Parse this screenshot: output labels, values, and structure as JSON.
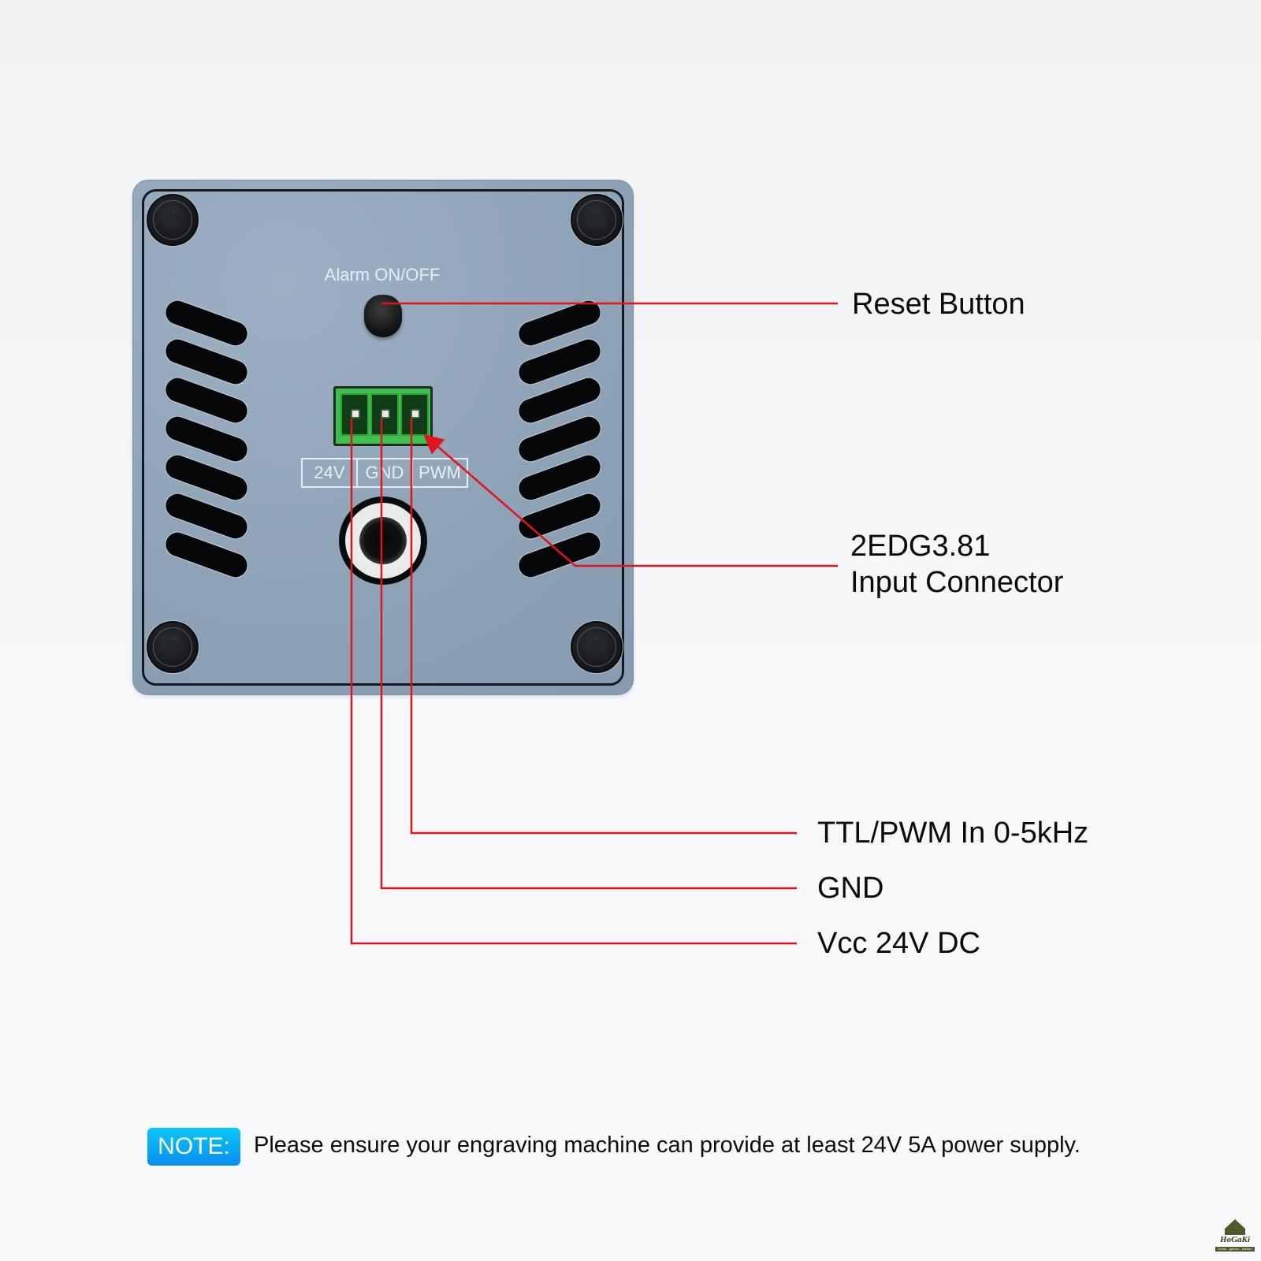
{
  "device": {
    "alarm_label": "Alarm ON/OFF",
    "pin_labels": [
      "24V",
      "GND",
      "PWM"
    ],
    "body_color": "#8fa4b8",
    "connector_color": "#3fbf4c"
  },
  "callouts": {
    "reset_button": "Reset Button",
    "connector_line1": "2EDG3.81",
    "connector_line2": "Input Connector",
    "pwm": "TTL/PWM In 0-5kHz",
    "gnd": "GND",
    "vcc": "Vcc 24V DC",
    "line_color": "#e0141c"
  },
  "note": {
    "badge": "NOTE:",
    "text": "Please ensure your engraving machine can provide at least 24V 5A power supply.",
    "badge_color": "#0aa8f4"
  },
  "logo": {
    "name": "HoGaKi",
    "tagline": "Home - garden - kitchen"
  }
}
